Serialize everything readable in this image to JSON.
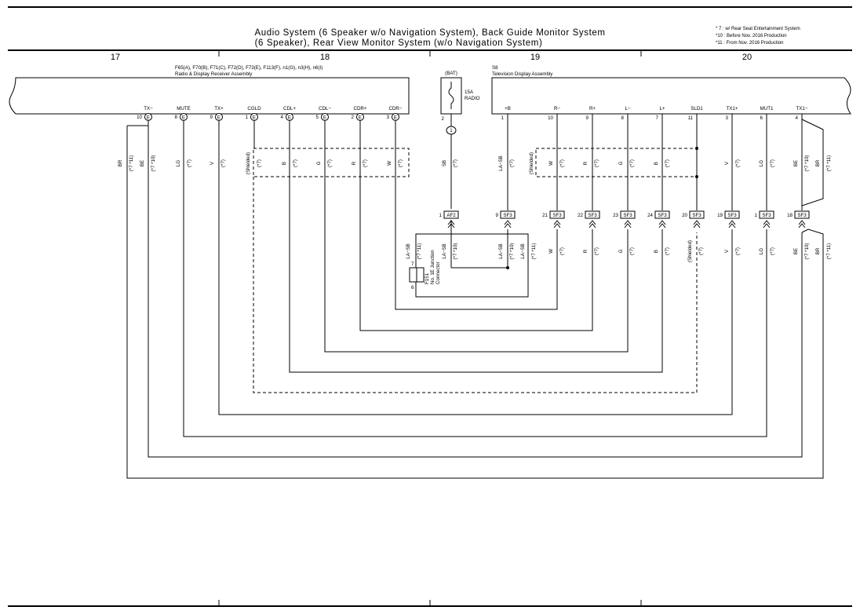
{
  "title": {
    "line1": "Audio System (6 Speaker w/o Navigation System), Back Guide Monitor System",
    "line2": "(6 Speaker), Rear View Monitor System (w/o Navigation System)"
  },
  "notes": [
    "* 7 : w/ Rear Seat Entertainment System",
    "*10 : Before Nov.  2016 Production",
    "*11 : From Nov.  2016 Production"
  ],
  "column_numbers": [
    "17",
    "18",
    "19",
    "20"
  ],
  "radio_assembly": {
    "code": "F65(A), F70(B), F71(C), F72(D), F73(E), F113(F), n1(G), n3(H), n6(I)",
    "name": "Radio & Display Receiver Assembly",
    "terminals": [
      {
        "label": "TX−",
        "pin": "10",
        "conn": "E"
      },
      {
        "label": "MUTE",
        "pin": "8",
        "conn": "E"
      },
      {
        "label": "TX+",
        "pin": "9",
        "conn": "E"
      },
      {
        "label": "CGLD",
        "pin": "1",
        "conn": "E"
      },
      {
        "label": "CDL+",
        "pin": "4",
        "conn": "E"
      },
      {
        "label": "CDL−",
        "pin": "5",
        "conn": "E"
      },
      {
        "label": "CDR+",
        "pin": "2",
        "conn": "E"
      },
      {
        "label": "CDR−",
        "pin": "3",
        "conn": "E"
      }
    ]
  },
  "fuse": {
    "source": "(BAT)",
    "rating": "15A",
    "name": "RADIO",
    "pin": "2",
    "junction": "1"
  },
  "tv_assembly": {
    "code": "S8",
    "name": "Television Display Assembly",
    "terminals": [
      {
        "label": "+B",
        "pin": "1"
      },
      {
        "label": "R−",
        "pin": "10"
      },
      {
        "label": "R+",
        "pin": "9"
      },
      {
        "label": "L−",
        "pin": "8"
      },
      {
        "label": "L+",
        "pin": "7"
      },
      {
        "label": "SLD1",
        "pin": "11"
      },
      {
        "label": "TX1+",
        "pin": "3"
      },
      {
        "label": "MUT1",
        "pin": "6"
      },
      {
        "label": "TX1−",
        "pin": "4"
      }
    ]
  },
  "upper_wires": [
    {
      "color": "BR",
      "note": "(*7 *11)"
    },
    {
      "color": "BE",
      "note": "(*7 *10)"
    },
    {
      "color": "LG",
      "note": "(*7)"
    },
    {
      "color": "V",
      "note": "(*7)"
    },
    {
      "color": "(Shielded)",
      "note": "(*7)"
    },
    {
      "color": "B",
      "note": "(*7)"
    },
    {
      "color": "G",
      "note": "(*7)"
    },
    {
      "color": "R",
      "note": "(*7)"
    },
    {
      "color": "W",
      "note": "(*7)"
    },
    {
      "color": "SB",
      "note": "(*7)"
    },
    {
      "color": "LA−SB",
      "note": "(*7)"
    },
    {
      "color": "(Shielded)",
      "note": ""
    },
    {
      "color": "W",
      "note": "(*7)"
    },
    {
      "color": "R",
      "note": "(*7)"
    },
    {
      "color": "G",
      "note": "(*7)"
    },
    {
      "color": "B",
      "note": "(*7)"
    },
    {
      "color": "V",
      "note": "(*7)"
    },
    {
      "color": "LG",
      "note": "(*7)"
    },
    {
      "color": "BE",
      "note": "(*7 *10)"
    },
    {
      "color": "BR",
      "note": "(*7 *11)"
    }
  ],
  "connectors": [
    {
      "pin": "1",
      "code": "AF2"
    },
    {
      "pin": "9",
      "code": "SF3"
    },
    {
      "pin": "21",
      "code": "SF3"
    },
    {
      "pin": "22",
      "code": "SF3"
    },
    {
      "pin": "23",
      "code": "SF3"
    },
    {
      "pin": "24",
      "code": "SF3"
    },
    {
      "pin": "20",
      "code": "SF3"
    },
    {
      "pin": "19",
      "code": "SF3"
    },
    {
      "pin": "1",
      "code": "SF3"
    },
    {
      "pin": "18",
      "code": "SF3"
    }
  ],
  "lower_wires": [
    {
      "color": "LA−SB",
      "note": "(*7 *11)"
    },
    {
      "color": "LA−SB",
      "note": "(*7 *10)"
    },
    {
      "color": "LA−SB",
      "note": "(*7 *10)"
    },
    {
      "color": "LA−SB",
      "note": "(*7 *11)"
    },
    {
      "color": "W",
      "note": "(*7)"
    },
    {
      "color": "R",
      "note": "(*7)"
    },
    {
      "color": "G",
      "note": "(*7)"
    },
    {
      "color": "B",
      "note": "(*7)"
    },
    {
      "color": "(Shielded)",
      "note": "(*7)"
    },
    {
      "color": "V",
      "note": "(*7)"
    },
    {
      "color": "LG",
      "note": "(*7)"
    },
    {
      "color": "BE",
      "note": "(*7 *10)"
    },
    {
      "color": "BR",
      "note": "(*7 *11)"
    }
  ],
  "junction_connector": {
    "code": "F151",
    "name": "No. 1E Junction",
    "type": "Connector",
    "pin_top": "7",
    "pin_bottom": "6"
  }
}
